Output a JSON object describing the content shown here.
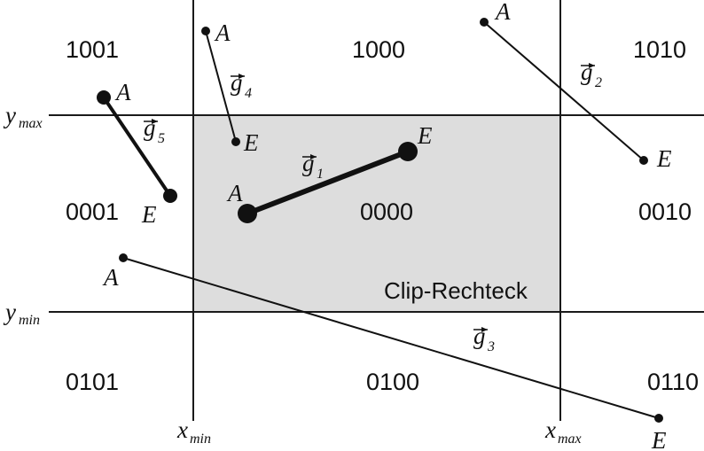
{
  "diagram": {
    "clip_label": "Clip-Rechteck",
    "clip_fill": "#dddddd",
    "line_color": "#111111",
    "codes": {
      "top_left": "1001",
      "top_mid": "1000",
      "top_right": "1010",
      "mid_left": "0001",
      "center": "0000",
      "mid_right": "0010",
      "bot_left": "0101",
      "bot_mid": "0100",
      "bot_right": "0110"
    },
    "axis_labels": {
      "y_max": {
        "base": "y",
        "sub": "max"
      },
      "y_min": {
        "base": "y",
        "sub": "min"
      },
      "x_min": {
        "base": "x",
        "sub": "min"
      },
      "x_max": {
        "base": "x",
        "sub": "max"
      }
    },
    "segments": [
      {
        "name": "g1",
        "label": "g",
        "sub": "1",
        "start": "A",
        "end": "E"
      },
      {
        "name": "g2",
        "label": "g",
        "sub": "2",
        "start": "A",
        "end": "E"
      },
      {
        "name": "g3",
        "label": "g",
        "sub": "3",
        "start": "A",
        "end": "E"
      },
      {
        "name": "g4",
        "label": "g",
        "sub": "4",
        "start": "A",
        "end": "E"
      },
      {
        "name": "g5",
        "label": "g",
        "sub": "5",
        "start": "A",
        "end": "E"
      }
    ]
  }
}
